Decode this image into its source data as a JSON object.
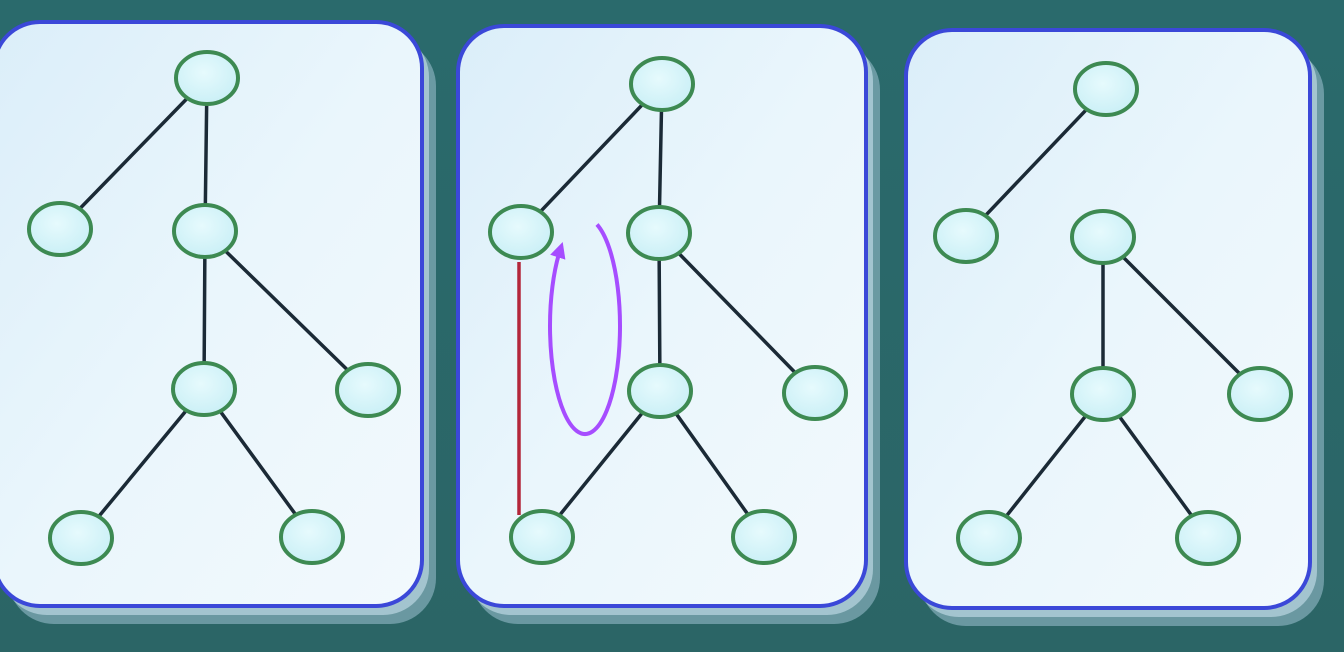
{
  "colors": {
    "background": "#2f6f70",
    "card_fill": "#e6f3fb",
    "card_border": "#3b48d8",
    "card_shadow": "#9fc2d2",
    "node_fill": "#d3f3f8",
    "node_stroke": "#3d8a52",
    "edge": "#1b2a36",
    "back_edge": "#b3263a",
    "cycle_arrow": "#a64dff"
  },
  "diagram": {
    "panels": [
      {
        "id": "panel-1",
        "nodes": [
          "root",
          "left-child",
          "mid-child",
          "mid-right-child",
          "bottom-hub",
          "bottom-left",
          "bottom-right"
        ],
        "edges": [
          [
            "root",
            "left-child"
          ],
          [
            "root",
            "mid-child"
          ],
          [
            "mid-child",
            "bottom-hub"
          ],
          [
            "mid-child",
            "mid-right-child"
          ],
          [
            "bottom-hub",
            "bottom-left"
          ],
          [
            "bottom-hub",
            "bottom-right"
          ]
        ],
        "extra_edge": null,
        "has_cycle_arrow": false
      },
      {
        "id": "panel-2",
        "nodes": [
          "root",
          "left-child",
          "mid-child",
          "mid-right-child",
          "bottom-hub",
          "bottom-left",
          "bottom-right"
        ],
        "edges": [
          [
            "root",
            "left-child"
          ],
          [
            "root",
            "mid-child"
          ],
          [
            "mid-child",
            "bottom-hub"
          ],
          [
            "mid-child",
            "mid-right-child"
          ],
          [
            "bottom-hub",
            "bottom-left"
          ],
          [
            "bottom-hub",
            "bottom-right"
          ]
        ],
        "extra_edge": [
          "left-child",
          "bottom-left"
        ],
        "has_cycle_arrow": true
      },
      {
        "id": "panel-3",
        "nodes": [
          "root",
          "left-child",
          "mid-child",
          "mid-right-child",
          "bottom-hub",
          "bottom-left",
          "bottom-right"
        ],
        "edges": [
          [
            "root",
            "left-child"
          ],
          [
            "mid-child",
            "bottom-hub"
          ],
          [
            "mid-child",
            "mid-right-child"
          ],
          [
            "bottom-hub",
            "bottom-left"
          ],
          [
            "bottom-hub",
            "bottom-right"
          ]
        ],
        "extra_edge": null,
        "has_cycle_arrow": false
      }
    ]
  }
}
